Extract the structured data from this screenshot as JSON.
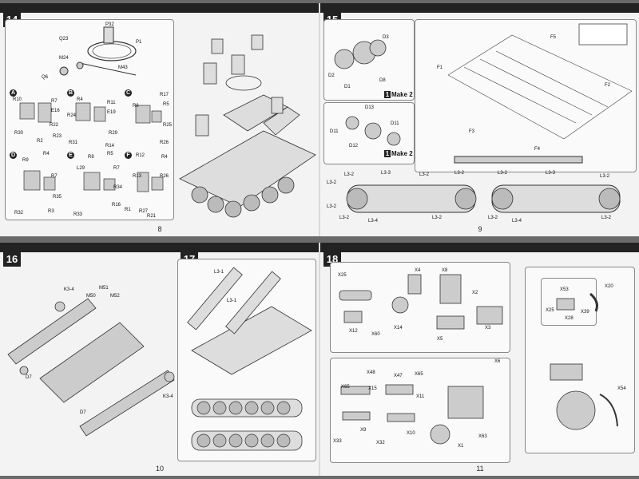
{
  "pages": {
    "p8": {
      "step": "14",
      "page_number": "8",
      "labels": [
        "P32",
        "Q23",
        "P1",
        "M24",
        "M43",
        "Q6",
        "R10",
        "R7",
        "E16",
        "R22",
        "R30",
        "R2",
        "R23",
        "R4",
        "R11",
        "E19",
        "R24",
        "R29",
        "R31",
        "R14",
        "R17",
        "R6",
        "R5",
        "R25",
        "R26",
        "R9",
        "R4",
        "R7",
        "R35",
        "R32",
        "R3",
        "R8",
        "R5",
        "L29",
        "R7",
        "R34",
        "R16",
        "R33",
        "R12",
        "R4",
        "R13",
        "R26",
        "R1",
        "R27",
        "R21"
      ],
      "subs": [
        "A",
        "B",
        "C",
        "D",
        "E",
        "F"
      ]
    },
    "p9": {
      "step": "15",
      "page_number": "9",
      "labels": [
        "D3",
        "D2",
        "D1",
        "D8",
        "D13",
        "D11",
        "D11",
        "D12",
        "F5",
        "F1",
        "F2",
        "F3",
        "F4",
        "L3-2",
        "L3-2",
        "L3-3",
        "L3-2",
        "L3-2",
        "L3-2",
        "L3-3",
        "L3-2",
        "L3-2",
        "L3-2",
        "L3-4",
        "L3-2",
        "L3-2",
        "L3-4",
        "L3-2"
      ],
      "make1": "Make 2",
      "make2": "Make 2",
      "make_num": "1"
    },
    "p10": {
      "step_a": "16",
      "step_b": "17",
      "page_number": "10",
      "labels": [
        "K3-4",
        "M51",
        "M50",
        "M52",
        "D7",
        "D7",
        "K3-4",
        "L3-1",
        "L3-1"
      ]
    },
    "p11": {
      "step": "18",
      "page_number": "11",
      "labels": [
        "X25",
        "X4",
        "X8",
        "X12",
        "X60",
        "X14",
        "X2",
        "X5",
        "X3",
        "X53",
        "X25",
        "X39",
        "X28",
        "X20",
        "X6",
        "X48",
        "X47",
        "X65",
        "X15",
        "X65",
        "X11",
        "X9",
        "X33",
        "X32",
        "X10",
        "X63",
        "X1",
        "X54"
      ]
    }
  }
}
